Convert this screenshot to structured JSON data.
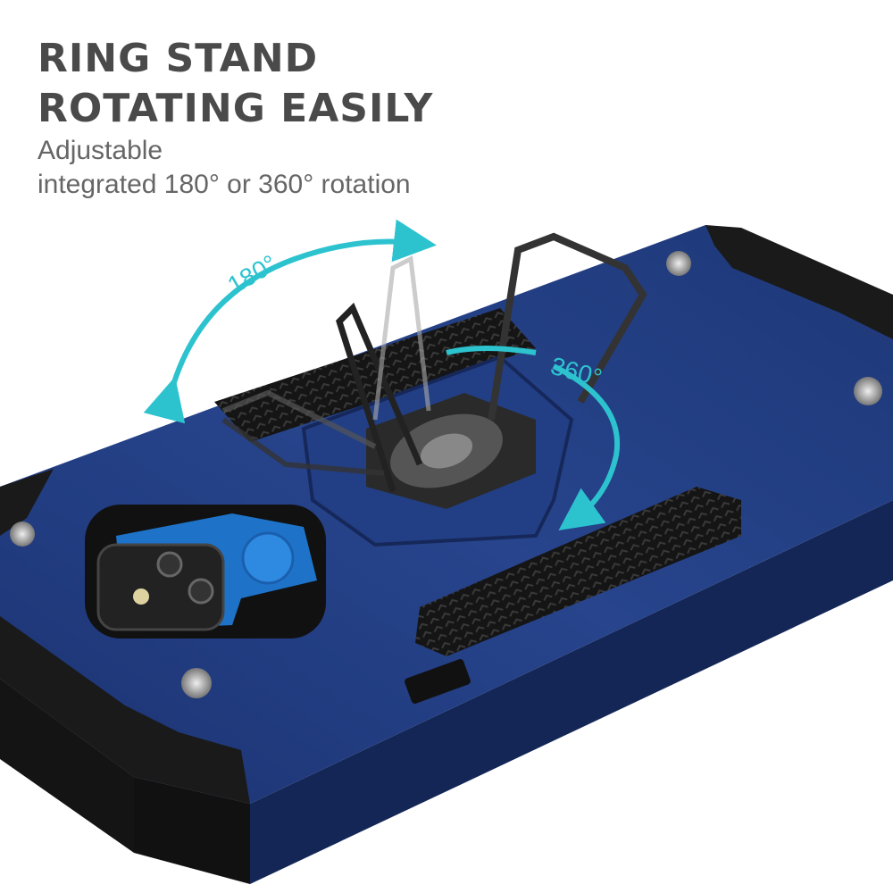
{
  "headline": {
    "line1": "RING STAND",
    "line2": "ROTATING EASILY"
  },
  "subtitle": {
    "line1": "Adjustable",
    "line2": "integrated 180° or 360° rotation"
  },
  "annotations": {
    "rotation_180": "180°",
    "rotation_360": "360°"
  },
  "colors": {
    "case_blue": "#1f3a7a",
    "accent_cyan": "#2cc3cf",
    "text_dark": "#4a4a4a",
    "bumper_black": "#1a1a1a"
  }
}
